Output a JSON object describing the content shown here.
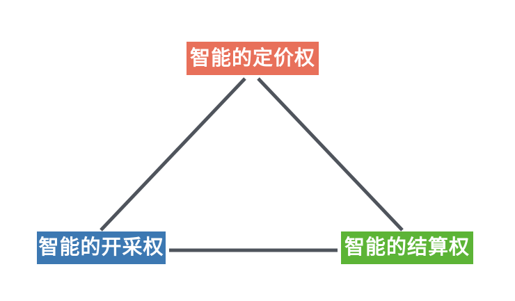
{
  "diagram": {
    "type": "triangle-relationship",
    "background_color": "#ffffff",
    "edge_color": "#4F545C",
    "edge_width": "5",
    "nodes": [
      {
        "id": "top",
        "label": "智能的定价权",
        "color": "#E8705A",
        "text_color": "#ffffff"
      },
      {
        "id": "bottom-left",
        "label": "智能的开采权",
        "color": "#3C78B2",
        "text_color": "#ffffff"
      },
      {
        "id": "bottom-right",
        "label": "智能的结算权",
        "color": "#5CB436",
        "text_color": "#ffffff"
      }
    ],
    "edges": [
      {
        "from": "top",
        "to": "bottom-left"
      },
      {
        "from": "top",
        "to": "bottom-right"
      },
      {
        "from": "bottom-left",
        "to": "bottom-right"
      }
    ]
  }
}
